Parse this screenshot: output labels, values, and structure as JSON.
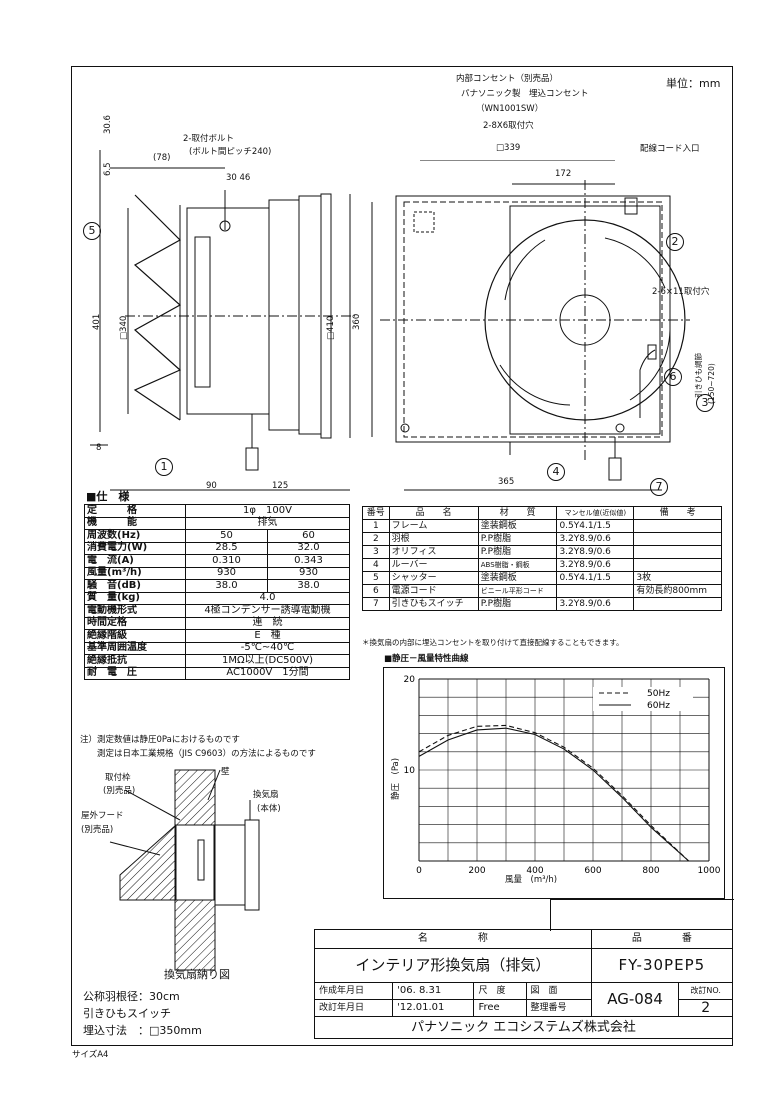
{
  "header": {
    "unit": "単位：mm"
  },
  "side_view": {
    "dims": {
      "d306": "30.6",
      "d65": "6.5",
      "d78": "(78)",
      "d3046": "30 46",
      "d401": "401",
      "d340": "□340",
      "d410": "□410",
      "d8": "8",
      "d90": "90",
      "d125": "125"
    },
    "bolt_label_1": "2-取付ボルト",
    "bolt_label_2": "(ボルト間ピッチ240)",
    "callout_5": "5",
    "callout_1": "1"
  },
  "front_view": {
    "outlet_1": "内部コンセント（別売品）",
    "outlet_2": "パナソニック製　埋込コンセント",
    "outlet_3": "（WN1001SW）",
    "holes_1": "2-8X6取付穴",
    "d339": "□339",
    "cord_inlet": "配線コード入口",
    "d172": "172",
    "d360": "360",
    "holes_2": "2-6×11取付穴",
    "pull_cord": "引きひも調節",
    "pull_range": "(150~720)",
    "d365": "365",
    "callout_2": "2",
    "callout_3": "3",
    "callout_4": "4",
    "callout_6": "6",
    "callout_7": "7"
  },
  "spec": {
    "title": "■仕　様",
    "rows": [
      {
        "label": "定　　　格",
        "v1": "1φ　100V",
        "v2": "",
        "span": true
      },
      {
        "label": "機　　　能",
        "v1": "排気",
        "v2": "",
        "span": true
      },
      {
        "label": "周波数(Hz)",
        "v1": "50",
        "v2": "60",
        "span": false
      },
      {
        "label": "消費電力(W)",
        "v1": "28.5",
        "v2": "32.0",
        "span": false
      },
      {
        "label": "電　流(A)",
        "v1": "0.310",
        "v2": "0.343",
        "span": false
      },
      {
        "label": "風量(m³/h)",
        "v1": "930",
        "v2": "930",
        "span": false
      },
      {
        "label": "騒　音(dB)",
        "v1": "38.0",
        "v2": "38.0",
        "span": false
      },
      {
        "label": "質　量(kg)",
        "v1": "4.0",
        "v2": "",
        "span": true
      },
      {
        "label": "電動機形式",
        "v1": "4極コンデンサー誘導電動機",
        "v2": "",
        "span": true
      },
      {
        "label": "時間定格",
        "v1": "連　続",
        "v2": "",
        "span": true
      },
      {
        "label": "絶縁階級",
        "v1": "E　種",
        "v2": "",
        "span": true
      },
      {
        "label": "基準周囲温度",
        "v1": "-5℃~40℃",
        "v2": "",
        "span": true
      },
      {
        "label": "絶縁抵抗",
        "v1": "1MΩ以上(DC500V)",
        "v2": "",
        "span": true
      },
      {
        "label": "耐　電　圧",
        "v1": "AC1000V　1分間",
        "v2": "",
        "span": true
      }
    ],
    "note_1": "注）測定数値は静圧0Paにおけるものです",
    "note_2": "　　測定は日本工業規格（JIS C9603）の方法によるものです"
  },
  "parts": {
    "headers": [
      "番号",
      "品　　名",
      "材　　質",
      "マンセル値(近似値)",
      "備　　考"
    ],
    "rows": [
      [
        "1",
        "フレーム",
        "塗装鋼板",
        "0.5Y4.1/1.5",
        ""
      ],
      [
        "2",
        "羽根",
        "P.P樹脂",
        "3.2Y8.9/0.6",
        ""
      ],
      [
        "3",
        "オリフィス",
        "P.P樹脂",
        "3.2Y8.9/0.6",
        ""
      ],
      [
        "4",
        "ルーバー",
        "ABS樹脂・鋼板",
        "3.2Y8.9/0.6",
        ""
      ],
      [
        "5",
        "シャッター",
        "塗装鋼板",
        "0.5Y4.1/1.5",
        "3枚"
      ],
      [
        "6",
        "電源コード",
        "ビニール平形コード",
        "",
        "有効長約800mm"
      ],
      [
        "7",
        "引きひもスイッチ",
        "P.P樹脂",
        "3.2Y8.9/0.6",
        ""
      ]
    ],
    "note": "＊換気扇の内部に埋込コンセントを取り付けて直接配線することもできます。"
  },
  "chart": {
    "title": "■静圧－風量特性曲線",
    "ylabel": "静圧　(Pa)",
    "xlabel": "風量　(m³/h)",
    "legend_50": "50Hz",
    "legend_60": "60Hz",
    "xticks": [
      "0",
      "200",
      "400",
      "600",
      "800",
      "1000"
    ],
    "yticks": [
      "20",
      "10"
    ]
  },
  "chart_data": {
    "type": "line",
    "xlim": [
      0,
      1000
    ],
    "ylim": [
      0,
      20
    ],
    "grid": true,
    "legend": "top-right",
    "series": [
      {
        "name": "50Hz",
        "style": "dashed",
        "x": [
          0,
          100,
          200,
          300,
          400,
          500,
          600,
          700,
          800,
          930
        ],
        "y": [
          12.0,
          13.8,
          14.8,
          14.9,
          14.1,
          12.5,
          10.2,
          7.2,
          3.9,
          0
        ]
      },
      {
        "name": "60Hz",
        "style": "solid",
        "x": [
          0,
          100,
          200,
          300,
          400,
          500,
          600,
          700,
          800,
          930
        ],
        "y": [
          11.5,
          13.3,
          14.4,
          14.6,
          13.9,
          12.3,
          10.0,
          7.0,
          3.7,
          0
        ]
      }
    ]
  },
  "install": {
    "frame_label_1": "取付枠",
    "frame_label_2": "(別売品)",
    "wall": "壁",
    "fan_1": "換気扇",
    "fan_2": "(本体)",
    "hood_1": "屋外フード",
    "hood_2": "(別売品)",
    "caption": "換気扇納り図"
  },
  "footer_left": {
    "blade": "公称羽根径：30cm",
    "switch": "引きひもスイッチ",
    "embed": "埋込寸法　：□350mm"
  },
  "title_block": {
    "name_hdr": "名　　　　　称",
    "number_hdr": "品　　　　番",
    "product_name": "インテリア形換気扇（排気）",
    "product_number": "FY-30PEP5",
    "created_lbl": "作成年月日",
    "created": "'06. 8.31",
    "scale_lbl": "尺　度",
    "drawing_lbl": "図　面",
    "revised_lbl": "改訂年月日",
    "revised": "'12.01.01",
    "scale": "Free",
    "reg_lbl": "整理番号",
    "drawing_no": "AG-084",
    "rev_lbl": "改訂NO.",
    "rev_no": "2",
    "company": "パナソニック エコシステムズ株式会社"
  },
  "size_label": "サイズA4"
}
